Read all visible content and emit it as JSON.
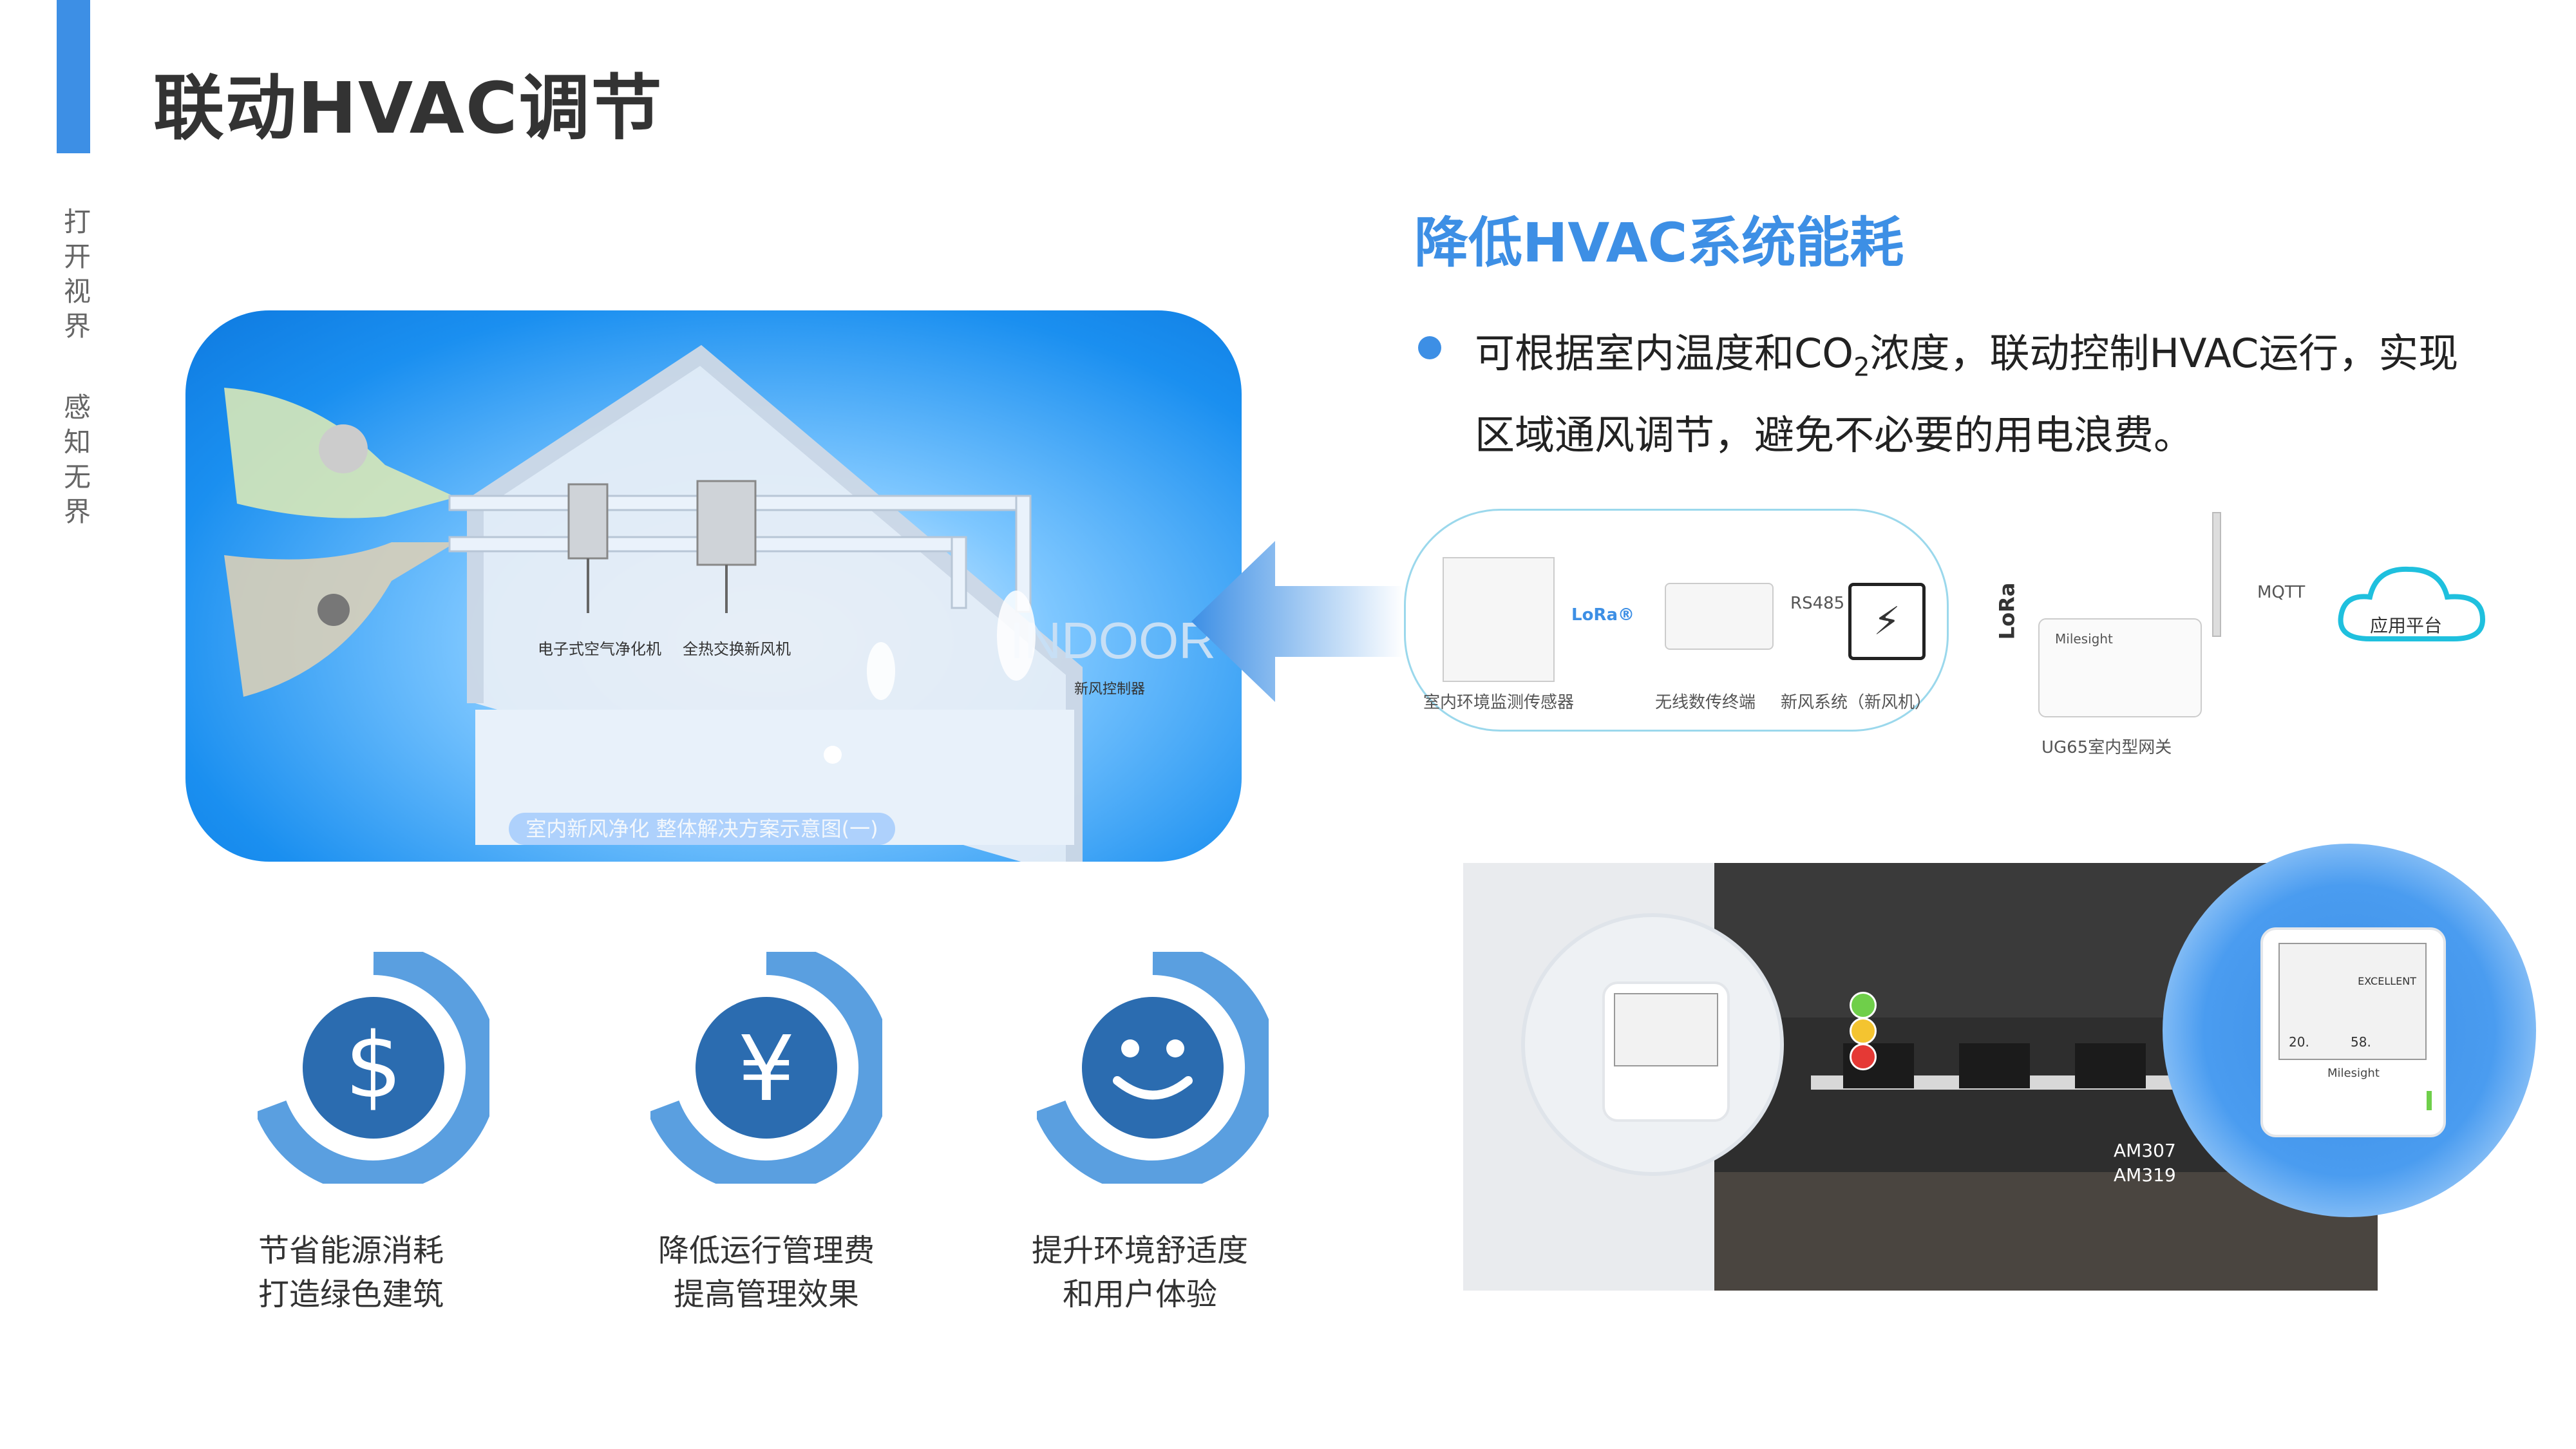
{
  "header": {
    "title": "联动HVAC调节"
  },
  "side": {
    "text1": "打开视界",
    "text2": "感知无界"
  },
  "section": {
    "title": "降低HVAC系统能耗",
    "bullet_pre": "可根据室内温度和CO",
    "bullet_sub": "2",
    "bullet_post": "浓度，联动控制HVAC运行，实现区域通风调节，避免不必要的用电浪费。"
  },
  "house_diagram": {
    "unit_purifier": "电子式空气净化机",
    "unit_exchanger": "全热交换新风机",
    "controller": "新风控制器",
    "indoor": "INDOOR",
    "caption": "室内新风净化 整体解决方案示意图(一)"
  },
  "network": {
    "sensor_label": "室内环境监测传感器",
    "lora_badge": "LoRa®",
    "transmitter_label": "无线数传终端",
    "rs485": "RS485",
    "hvac_label": "新风系统（新风机）",
    "lora_vertical": "LoRa",
    "gateway_brand": "Milesight",
    "gateway_label": "UG65室内型网关",
    "mqtt": "MQTT",
    "cloud_label": "应用平台"
  },
  "benefits": [
    {
      "icon": "dollar-icon",
      "line1": "节省能源消耗",
      "line2": "打造绿色建筑"
    },
    {
      "icon": "yen-icon",
      "line1": "降低运行管理费",
      "line2": "提高管理效果"
    },
    {
      "icon": "smile-icon",
      "line1": "提升环境舒适度",
      "line2": "和用户体验"
    }
  ],
  "office": {
    "model1": "AM307",
    "model2": "AM319",
    "sensor_status": "EXCELLENT",
    "sensor_temp": "20.",
    "sensor_hum": "58.",
    "brand": "Milesight"
  },
  "colors": {
    "accent": "#3d8fe5",
    "icon_dark": "#2b6cb0",
    "ring": "#5a9fe0"
  }
}
